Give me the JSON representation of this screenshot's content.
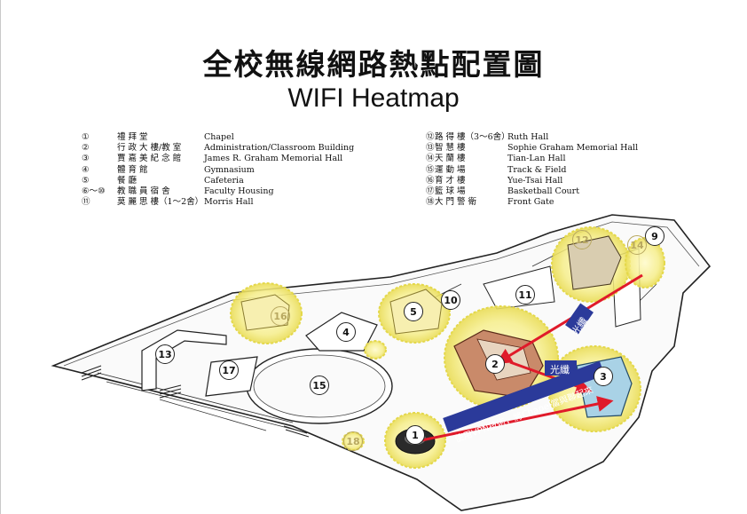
{
  "title": {
    "zh": "全校無線網路熱點配置圖",
    "en": "WIFI Heatmap"
  },
  "legend_left": [
    {
      "num": "①",
      "zh": "禮 拜 堂",
      "en": "Chapel"
    },
    {
      "num": "②",
      "zh": "行 政 大 樓/教 室",
      "en": "Administration/Classroom Building"
    },
    {
      "num": "③",
      "zh": "賈 嘉 美 紀 念 館",
      "en": "James R. Graham Memorial Hall"
    },
    {
      "num": "④",
      "zh": "體 育 館",
      "en": "Gymnasium"
    },
    {
      "num": "⑤",
      "zh": "餐 廳",
      "en": "Cafeteria"
    },
    {
      "num": "⑥～⑩",
      "zh": "教 職 員 宿 舍",
      "en": "Faculty Housing"
    },
    {
      "num": "⑪",
      "zh": "莫 麗 思 樓（1～2舍）",
      "en": "Morris Hall"
    }
  ],
  "legend_right": [
    {
      "num": "⑫",
      "zh": "路 得 樓（3～6舍）",
      "en": "Ruth Hall"
    },
    {
      "num": "⑬",
      "zh": "智 慧 樓",
      "en": "Sophie Graham Memorial Hall"
    },
    {
      "num": "⑭",
      "zh": "天 蘭 樓",
      "en": "Tian-Lan Hall"
    },
    {
      "num": "⑮",
      "zh": "運 動 場",
      "en": "Track & Field"
    },
    {
      "num": "⑯",
      "zh": "育 才 樓",
      "en": "Yue-Tsai Hall"
    },
    {
      "num": "⑰",
      "zh": "籃 球 場",
      "en": "Basketball Court"
    },
    {
      "num": "⑱",
      "zh": "大 門 警 衛",
      "en": "Front Gate"
    }
  ],
  "map_labels": {
    "fiber_upper": "光纖",
    "fiber_lower": "光纖",
    "vpn": "使用VPN技術，將Chapel當與聯起來"
  },
  "building_numbers": {
    "b1": "1",
    "b2": "2",
    "b3": "3",
    "b4": "4",
    "b5": "5",
    "b9": "9",
    "b10": "10",
    "b11": "11",
    "b12": "12",
    "b13": "13",
    "b14": "14",
    "b15": "15",
    "b16": "16",
    "b17": "17",
    "b18": "18"
  },
  "colors": {
    "hotspot_fill": "#f3ee8e",
    "hotspot_stroke": "#e4d84a",
    "link_line": "#e01a2a",
    "label_box": "#2b3a9a"
  }
}
